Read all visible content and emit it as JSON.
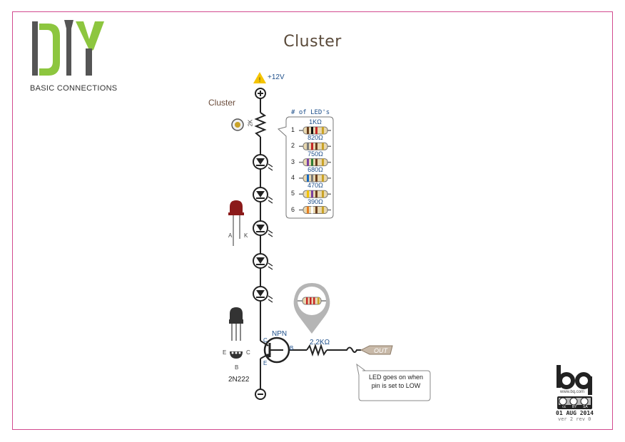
{
  "header": {
    "logo_text": "DIY",
    "subtitle": "BASIC CONNECTIONS",
    "title": "Cluster"
  },
  "circuit": {
    "supply_label": "+12V",
    "cluster_label": "Cluster",
    "trimmer_label": "2K",
    "npn_label": "NPN",
    "base_resistor": "2.2KΩ",
    "out_label": "OUT",
    "pin_b": "B",
    "pin_c": "C",
    "pin_e": "E",
    "led_pin_a": "A",
    "led_pin_k": "K",
    "transistor_part": "2N222",
    "note": [
      "LED goes on when",
      "pin is set to LOW"
    ]
  },
  "led_table": {
    "header": "# of LED's",
    "rows": [
      {
        "n": "1",
        "value": "1KΩ",
        "bands": [
          "#6b3e1e",
          "#111111",
          "#c62828",
          "#c9a227"
        ]
      },
      {
        "n": "2",
        "value": "820Ω",
        "bands": [
          "#7a7a7a",
          "#c62828",
          "#6b3e1e",
          "#c9a227"
        ]
      },
      {
        "n": "3",
        "value": "750Ω",
        "bands": [
          "#7b3fa0",
          "#2e7d32",
          "#6b3e1e",
          "#c9a227"
        ]
      },
      {
        "n": "4",
        "value": "680Ω",
        "bands": [
          "#1565c0",
          "#7a7a7a",
          "#6b3e1e",
          "#c9a227"
        ]
      },
      {
        "n": "5",
        "value": "470Ω",
        "bands": [
          "#f2c200",
          "#7b3fa0",
          "#6b3e1e",
          "#c9a227"
        ]
      },
      {
        "n": "6",
        "value": "390Ω",
        "bands": [
          "#e67e22",
          "#ffffff",
          "#6b3e1e",
          "#c9a227"
        ]
      }
    ]
  },
  "footer": {
    "brand": "bq",
    "url": "www.bq.com",
    "license": [
      "cc",
      "BY",
      "SA"
    ],
    "date": "01 AUG 2014",
    "version": "ver 2 rev 0"
  },
  "colors": {
    "border": "#d24a8f",
    "logo_green": "#8dc63f",
    "logo_dark": "#555555",
    "wire": "#222222",
    "label_blue": "#1e4f8a",
    "warning": "#f5c400"
  }
}
